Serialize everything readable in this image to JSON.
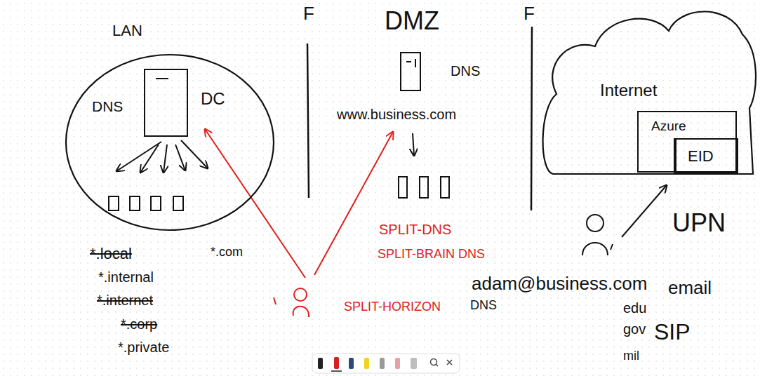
{
  "diagram": {
    "nodes": [
      {
        "text": [
          "LAN"
        ]
      },
      {
        "text": [
          "DNS",
          "DC"
        ],
        "in": 0
      },
      {
        "text": [
          "DNS",
          "www.business.com"
        ]
      },
      {
        "text": [
          "Internet"
        ]
      },
      {
        "text": [
          "Azure"
        ],
        "in": 3
      },
      {
        "text": [
          "EID"
        ],
        "in": 4
      }
    ],
    "labels": [
      "F",
      "DMZ",
      "F",
      "SPLIT-DNS",
      "SPLIT-BRAIN DNS",
      "SPLIT-HORIZON",
      "DNS",
      "*.local",
      "*.internal",
      "*.internet",
      "*.corp",
      "*.private",
      "*.com",
      "UPN",
      "adam@business.com",
      "email",
      "edu",
      "gov",
      "SIP",
      "mil"
    ]
  }
}
